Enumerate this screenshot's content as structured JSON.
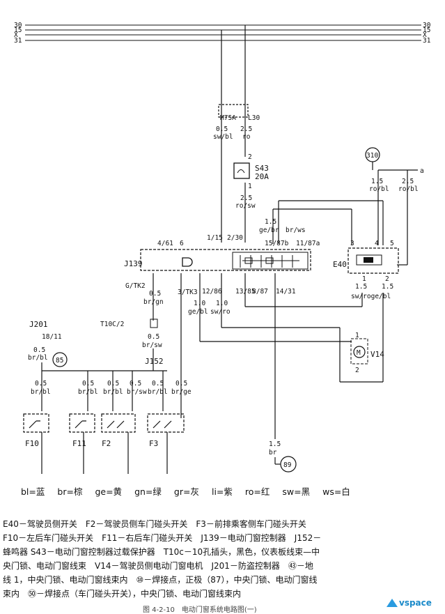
{
  "bus_labels_left": [
    "30",
    "15",
    "X",
    "31"
  ],
  "bus_labels_right": [
    "30",
    "15",
    "X",
    "31"
  ],
  "wires": {
    "m75a": "M75A",
    "l30": "L30",
    "w1_size": "0.5",
    "w1_color": "sw/bl",
    "w2_size": "2.5",
    "w2_color": "ro",
    "fuse_name": "S43",
    "fuse_rating": "20A",
    "fuse_pin_top": "2",
    "fuse_pin_bot": "1",
    "w3_size": "2.5",
    "w3_color": "ro/sw",
    "w4_size": "1.5",
    "w4_color": "ge/br",
    "w5_color": "br/ws",
    "w6_size": "1.5",
    "w6_color": "ro/bl",
    "w7_size": "2.5",
    "w7_color": "ro/bl",
    "conn_a": "a",
    "w8_size": "0.5",
    "w8_color": "br/gn",
    "w9_size": "1.0",
    "w9_color": "ge/bl",
    "w10_size": "1.0",
    "w10_color": "sw/ro",
    "w11_size": "0.5",
    "w11_color": "br/sw",
    "w12_size": "0.5",
    "w12_color": "br/bl",
    "sw_size_a": "1.5",
    "sw_size_b": "1.5",
    "sw_colors": "sw/roge/bl",
    "w13_size": "1.5",
    "w13_color": "br"
  },
  "pins": {
    "p4_61": "4/61",
    "p6": "6",
    "p1_15": "1/15",
    "p2_30": "2/30",
    "p15_87b": "15/87b",
    "p11_87a": "11/87a",
    "pg_tk2": "G/TK2",
    "p3_tk3": "3/TK3",
    "p12_86": "12/86",
    "p13_85": "13/85",
    "p8_87": "8/87",
    "p14_31": "14/31",
    "e40_3": "3",
    "e40_4": "4",
    "e40_5": "5",
    "e40_1": "1",
    "e40_2": "2",
    "v14_1": "1",
    "v14_2": "2"
  },
  "components": {
    "j139": "J139",
    "e40": "E40",
    "v14": "V14",
    "j201": "J201",
    "j201_pins": "18/11",
    "t10c": "T10C/2",
    "j152": "J152",
    "f10": "F10",
    "f11": "F11",
    "f2": "F2",
    "f3": "F3",
    "ground_85": "85",
    "ground_89": "89",
    "point_310": "310"
  },
  "branch_wires": [
    {
      "size": "0.5",
      "color": "br/bl"
    },
    {
      "size": "0.5",
      "color": "br/bl"
    },
    {
      "size": "0.5",
      "color": "br/bl"
    },
    {
      "size": "0.5",
      "color": "br/sw"
    },
    {
      "size": "0.5",
      "color": "br/bl"
    },
    {
      "size": "0.5",
      "color": "br/ge"
    }
  ],
  "legend": [
    "bl=蓝",
    "br=棕",
    "ge=黄",
    "gn=绿",
    "gr=灰",
    "li=紫",
    "ro=红",
    "sw=黑",
    "ws=白"
  ],
  "notes": [
    "E40－驾驶员侧开关　F2－驾驶员侧车门碰头开关　F3－前排乘客侧车门碰头开关",
    "F10－左后车门碰头开关　F11－右后车门碰头开关　J139－电动门窗控制器　J152－",
    "蜂鸣器 S43－电动门窗控制器过载保护器　T10c－10孔插头，黑色，仪表板线束—中",
    "央门锁、电动门窗线束　V14－驾驶员侧电动门窗电机　J201－防盗控制器　㊸－地",
    "线 1，中央门锁、电动门窗线束内　⑩－焊接点，正极（87），中央门锁、电动门窗线",
    "束内　㊿－焊接点（车门碰头开关），中央门锁、电动门窗线束内"
  ],
  "caption": "图 4-2-10　电动门窗系统电路图(一)",
  "logo_text": "vspace"
}
